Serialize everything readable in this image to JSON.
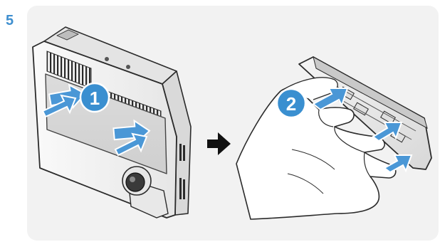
{
  "step": {
    "number": "5"
  },
  "badges": [
    {
      "label": "1"
    },
    {
      "label": "2"
    }
  ],
  "icons": {
    "dashcam": "dashcam-rear-icon",
    "arrow": "right-arrow-icon",
    "hand": "hand-holding-mount-icon"
  },
  "colors": {
    "step_number": "#3f8fcf",
    "badge": "#3a8fd0",
    "push_arrow": "#4a97d6",
    "panel": "#f2f2f2"
  }
}
